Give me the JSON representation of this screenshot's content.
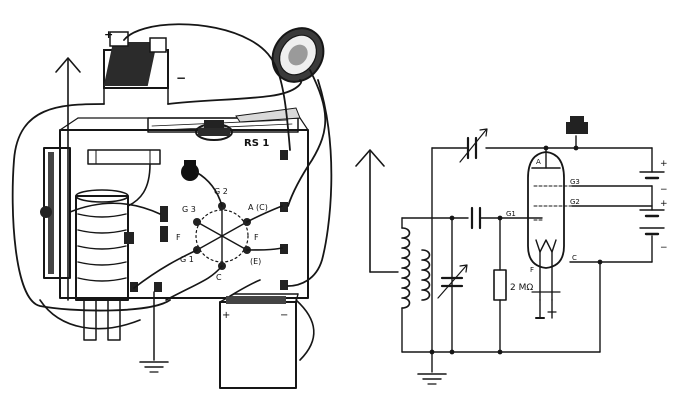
{
  "colors": {
    "ink": "#161616",
    "paper": "#ffffff",
    "shade": "#8a8a8a"
  },
  "pictorial": {
    "labels": {
      "board": "RS 1",
      "g2": "G 2",
      "g3": "G 3",
      "a": "A (C)",
      "g1": "G 1",
      "f_left": "F",
      "f_right": "F",
      "e": "(E)",
      "c": "C",
      "plus": "+",
      "minus": "−"
    }
  },
  "schematic": {
    "labels": {
      "g3": "G3",
      "g2": "G2",
      "g1": "G1",
      "a": "A",
      "c": "C",
      "f": "F",
      "resistor": "2 MΩ",
      "bat_plus_1": "+",
      "bat_minus_1": "−",
      "bat_plus_2": "+",
      "bat_minus_2": "−"
    }
  }
}
